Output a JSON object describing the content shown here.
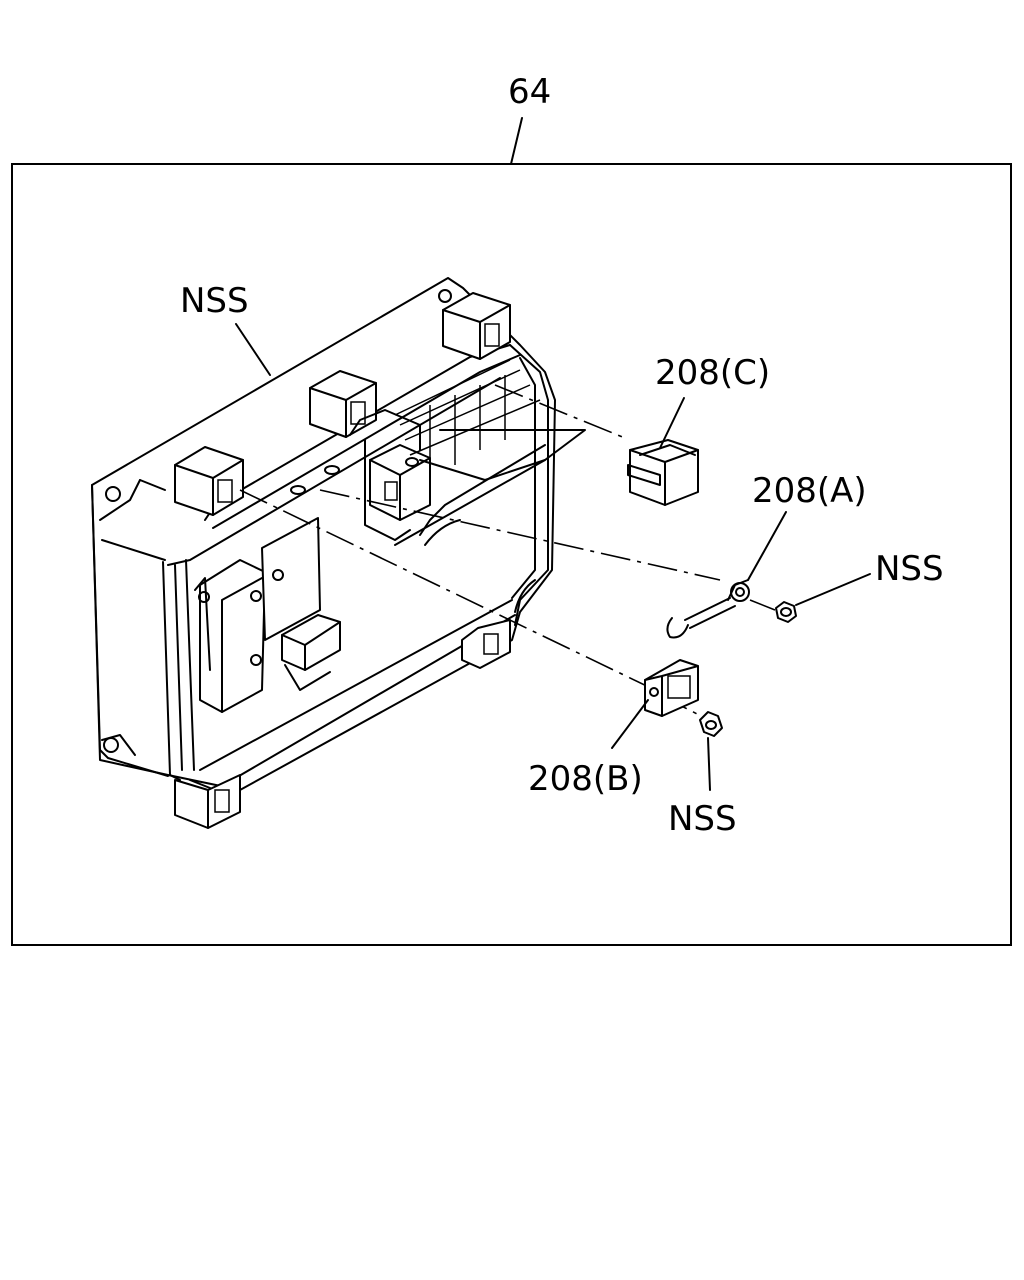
{
  "callouts": {
    "assembly": "64",
    "nss_top": "NSS",
    "part_c": "208(C)",
    "part_a": "208(A)",
    "nss_right": "NSS",
    "part_b": "208(B)",
    "nss_bottom": "NSS"
  }
}
